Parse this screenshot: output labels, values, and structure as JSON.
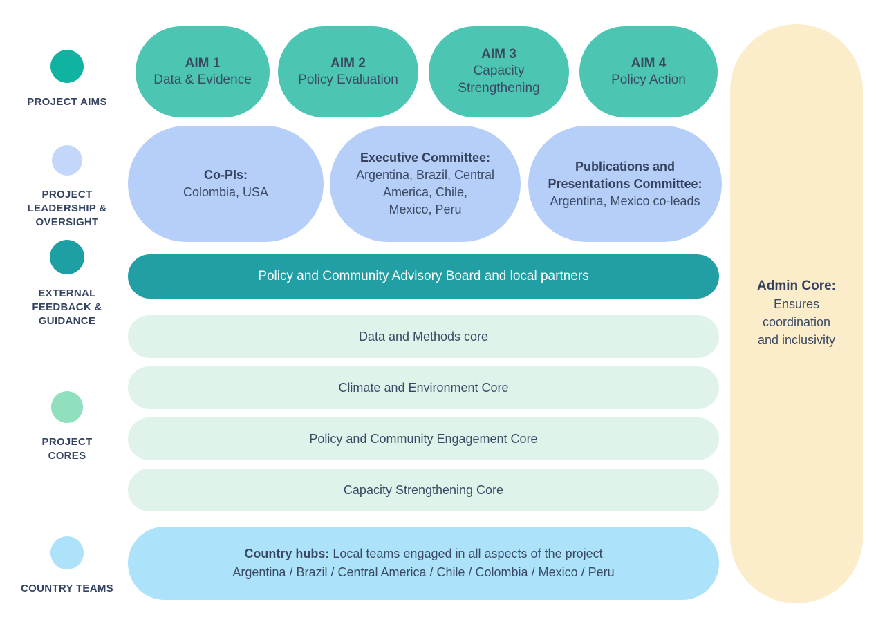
{
  "colors": {
    "aim_pill": "#4CC6B2",
    "aims_circle": "#10B3A1",
    "leadership_pill": "#B6CFF9",
    "leadership_circle": "#C3D7FA",
    "advisory_bar": "#219FA5",
    "external_circle": "#1E9FA4",
    "core_bar": "#DFF3EB",
    "cores_circle": "#90DFBF",
    "country_bar": "#ACE2FA",
    "country_circle": "#ADE2FA",
    "admin_panel": "#FCEDCA",
    "text_navy": "#3B4A64",
    "advisory_text": "#FFFFFF"
  },
  "sidebar": {
    "items": [
      {
        "label": "PROJECT AIMS"
      },
      {
        "label": "PROJECT\nLEADERSHIP &\nOVERSIGHT"
      },
      {
        "label": "EXTERNAL\nFEEDBACK &\nGUIDANCE"
      },
      {
        "label": "PROJECT\nCORES"
      },
      {
        "label": "COUNTRY TEAMS"
      }
    ]
  },
  "aims": [
    {
      "title": "AIM 1",
      "subtitle": "Data & Evidence"
    },
    {
      "title": "AIM 2",
      "subtitle": "Policy Evaluation"
    },
    {
      "title": "AIM 3",
      "subtitle": "Capacity\nStrengthening"
    },
    {
      "title": "AIM 4",
      "subtitle": "Policy Action"
    }
  ],
  "leadership": [
    {
      "heading": "Co-PIs:",
      "body": "Colombia, USA"
    },
    {
      "heading": "Executive Committee:",
      "body": "Argentina, Brazil, Central\nAmerica, Chile,\nMexico, Peru"
    },
    {
      "heading": "Publications and\nPresentations Committee:",
      "body": "Argentina, Mexico co-leads"
    }
  ],
  "advisory": {
    "label": "Policy and Community Advisory Board and local partners"
  },
  "cores": [
    "Data and Methods core",
    "Climate and Environment Core",
    "Policy and Community Engagement Core",
    "Capacity Strengthening Core"
  ],
  "country": {
    "heading": "Country hubs:",
    "line1": " Local teams engaged in all aspects of the project",
    "line2": "Argentina / Brazil / Central America / Chile / Colombia / Mexico / Peru"
  },
  "admin": {
    "heading": "Admin Core:",
    "body": "Ensures\ncoordination\nand inclusivity"
  }
}
